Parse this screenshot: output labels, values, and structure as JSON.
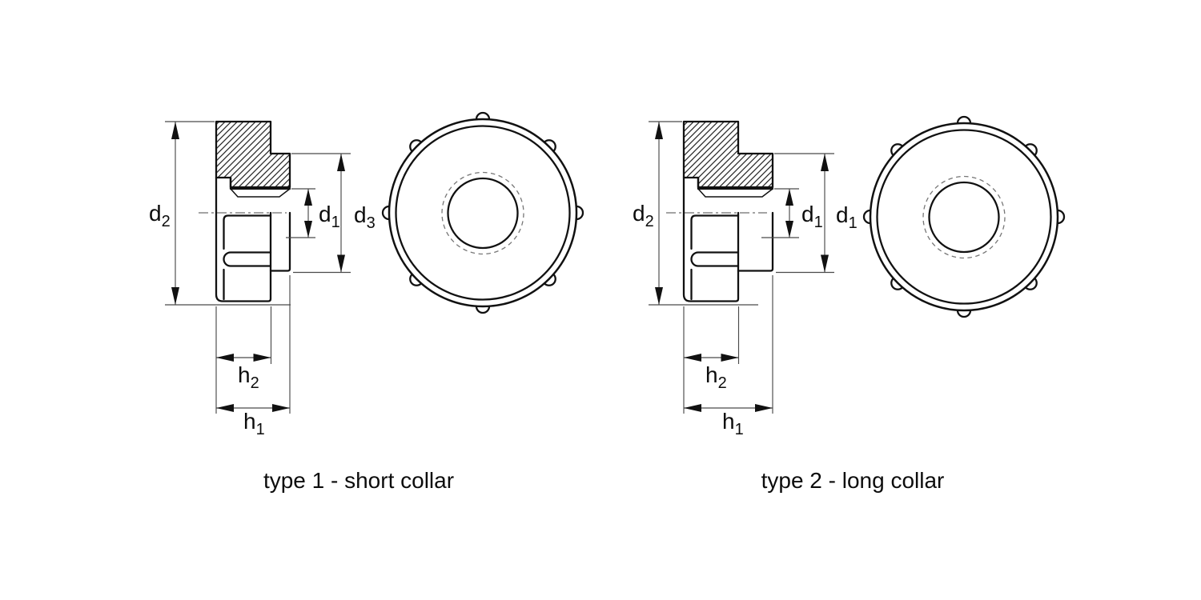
{
  "drawing": {
    "title_implicit": "knurled nut technical drawing",
    "type1": {
      "caption": "type 1 - short collar",
      "labels": {
        "d2": {
          "base": "d",
          "sub": "2"
        },
        "d1": {
          "base": "d",
          "sub": "1"
        },
        "d3": {
          "base": "d",
          "sub": "3"
        },
        "h2": {
          "base": "h",
          "sub": "2"
        },
        "h1": {
          "base": "h",
          "sub": "1"
        }
      }
    },
    "type2": {
      "caption": "type 2 - long collar",
      "labels": {
        "d2": {
          "base": "d",
          "sub": "2"
        },
        "d1_bore": {
          "base": "d",
          "sub": "1"
        },
        "d1_collar": {
          "base": "d",
          "sub": "1"
        },
        "h2": {
          "base": "h",
          "sub": "2"
        },
        "h1": {
          "base": "h",
          "sub": "1"
        }
      }
    },
    "colors": {
      "background": "#ffffff",
      "line": "#111111",
      "thin_line": "#4a4a4a",
      "dashed_circle": "#777777"
    },
    "front_view": {
      "knurl_bumps_count": 8,
      "bump_angle_step_deg": 45
    }
  }
}
